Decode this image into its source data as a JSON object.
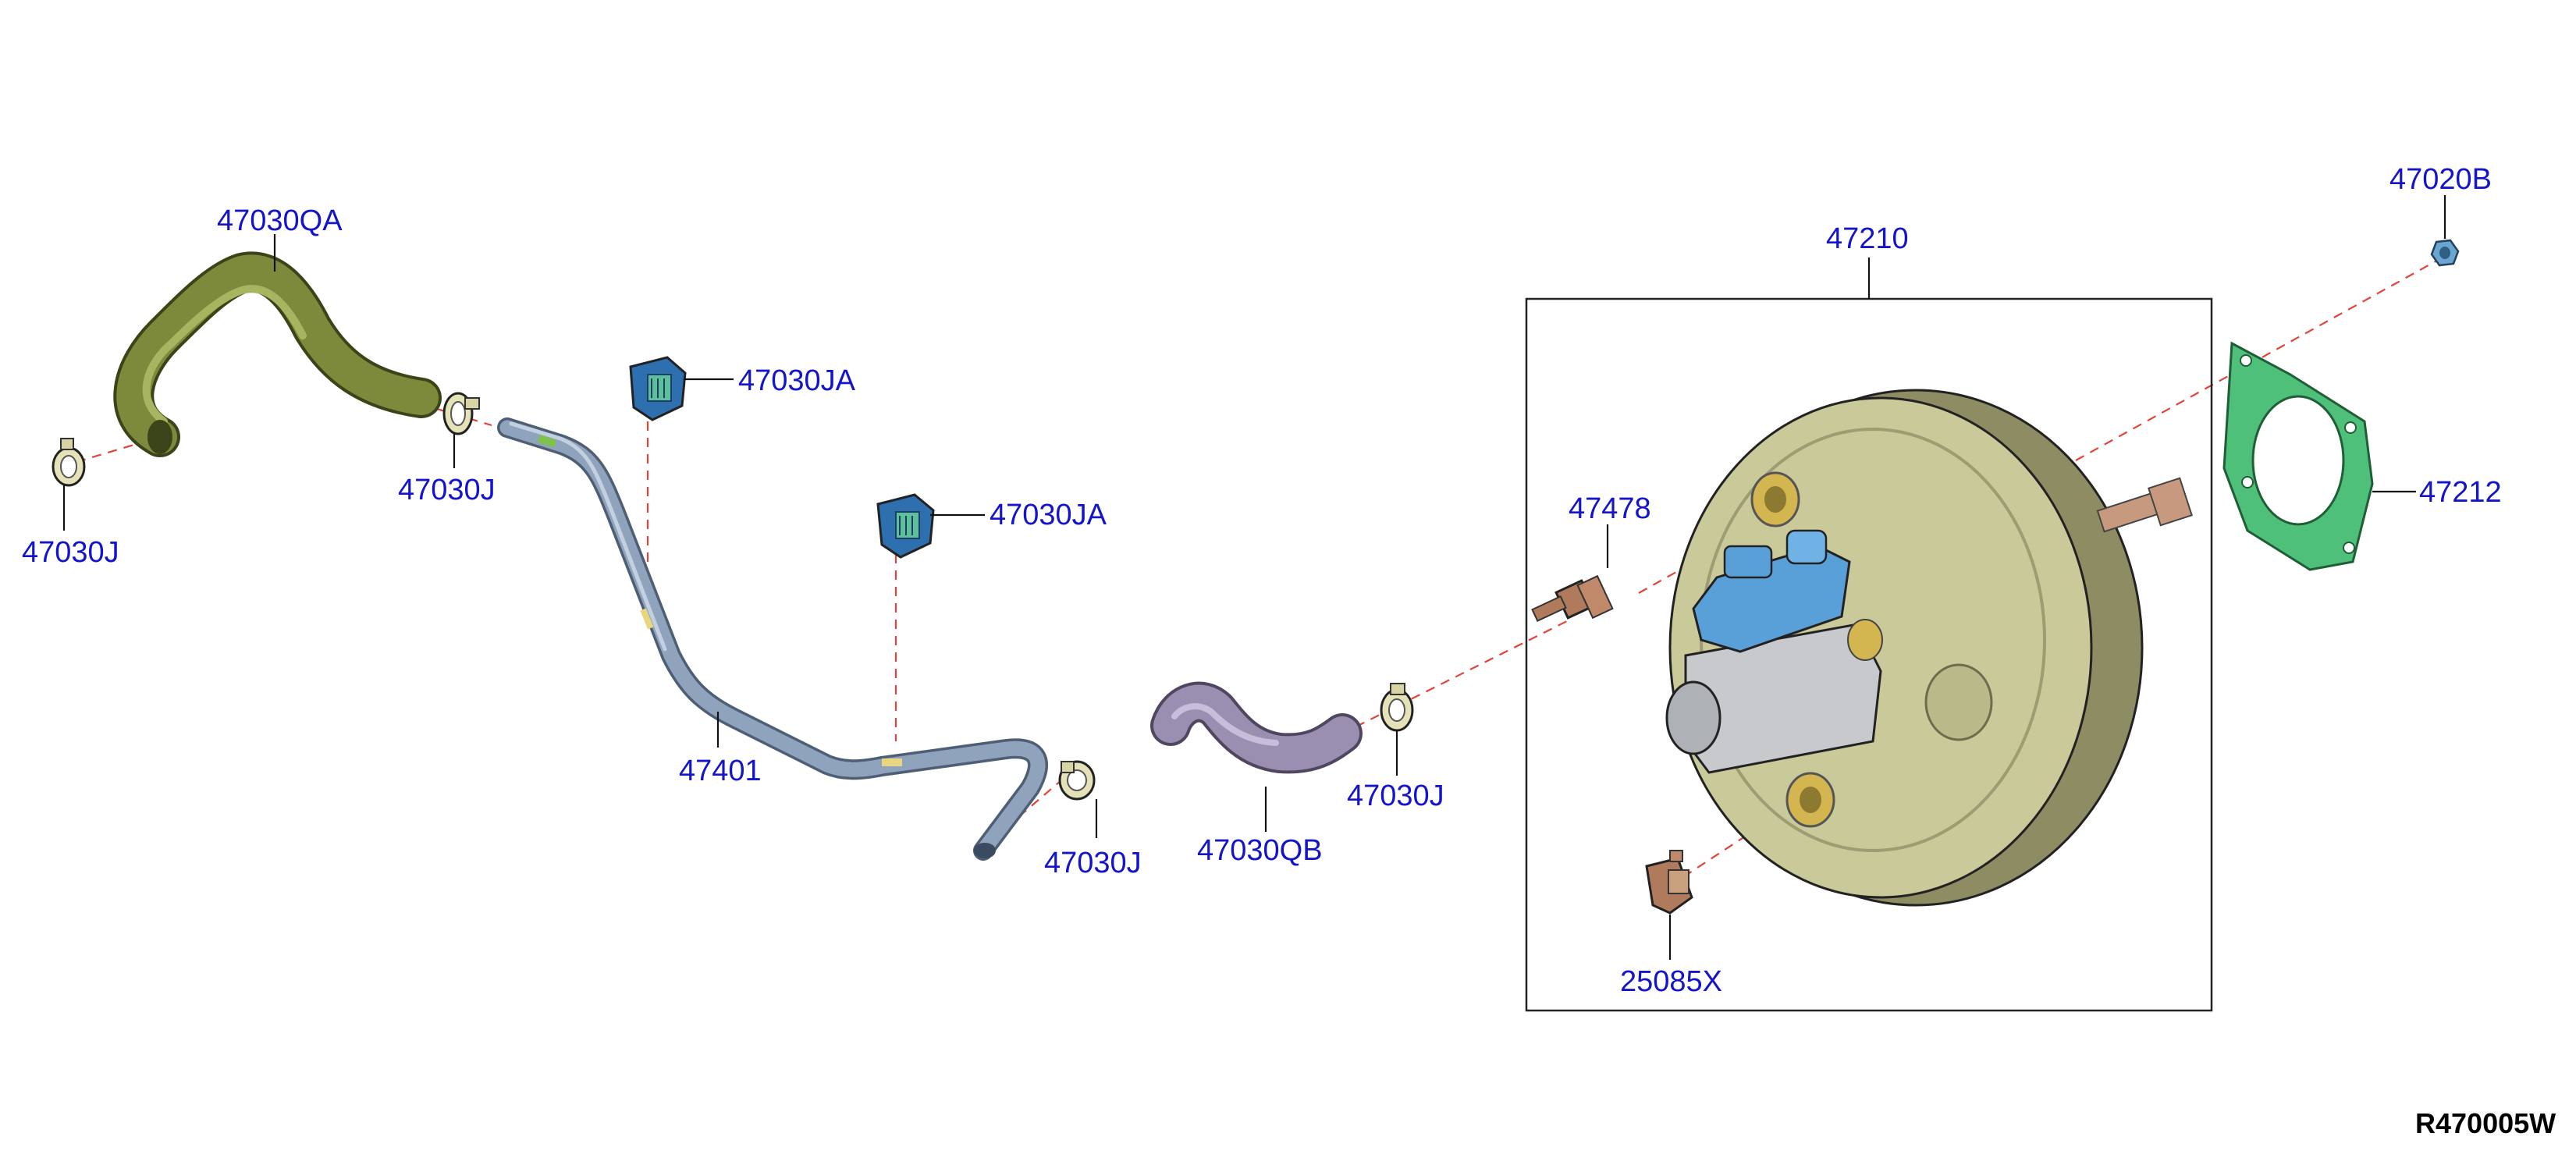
{
  "diagram": {
    "reference_code": "R470005W",
    "labels": {
      "hose_upper": "47030QA",
      "clamp_far_left": "47030J",
      "clamp_left": "47030J",
      "clip_upper": "47030JA",
      "clip_lower": "47030JA",
      "vacuum_tube": "47401",
      "clamp_middle": "47030J",
      "hose_lower": "47030QB",
      "clamp_right": "47030J",
      "booster_assembly": "47210",
      "check_valve": "47478",
      "sensor": "25085X",
      "gasket": "47212",
      "nut": "47020B"
    },
    "colors": {
      "label_text": "#1414c8",
      "hose_green": "#7d8a3c",
      "tube_blue": "#8fa3bd",
      "hose_purple": "#9a8fb0",
      "booster_body": "#c9c99a",
      "reservoir": "#5aa0d8",
      "gasket_green": "#4fc07a",
      "clip_blue": "#2e6fb0",
      "clamp_cream": "#e6e2b8",
      "valve_brown": "#b07a5c",
      "nut_blue": "#6aa6d0",
      "dash_line": "#e0433a"
    }
  }
}
